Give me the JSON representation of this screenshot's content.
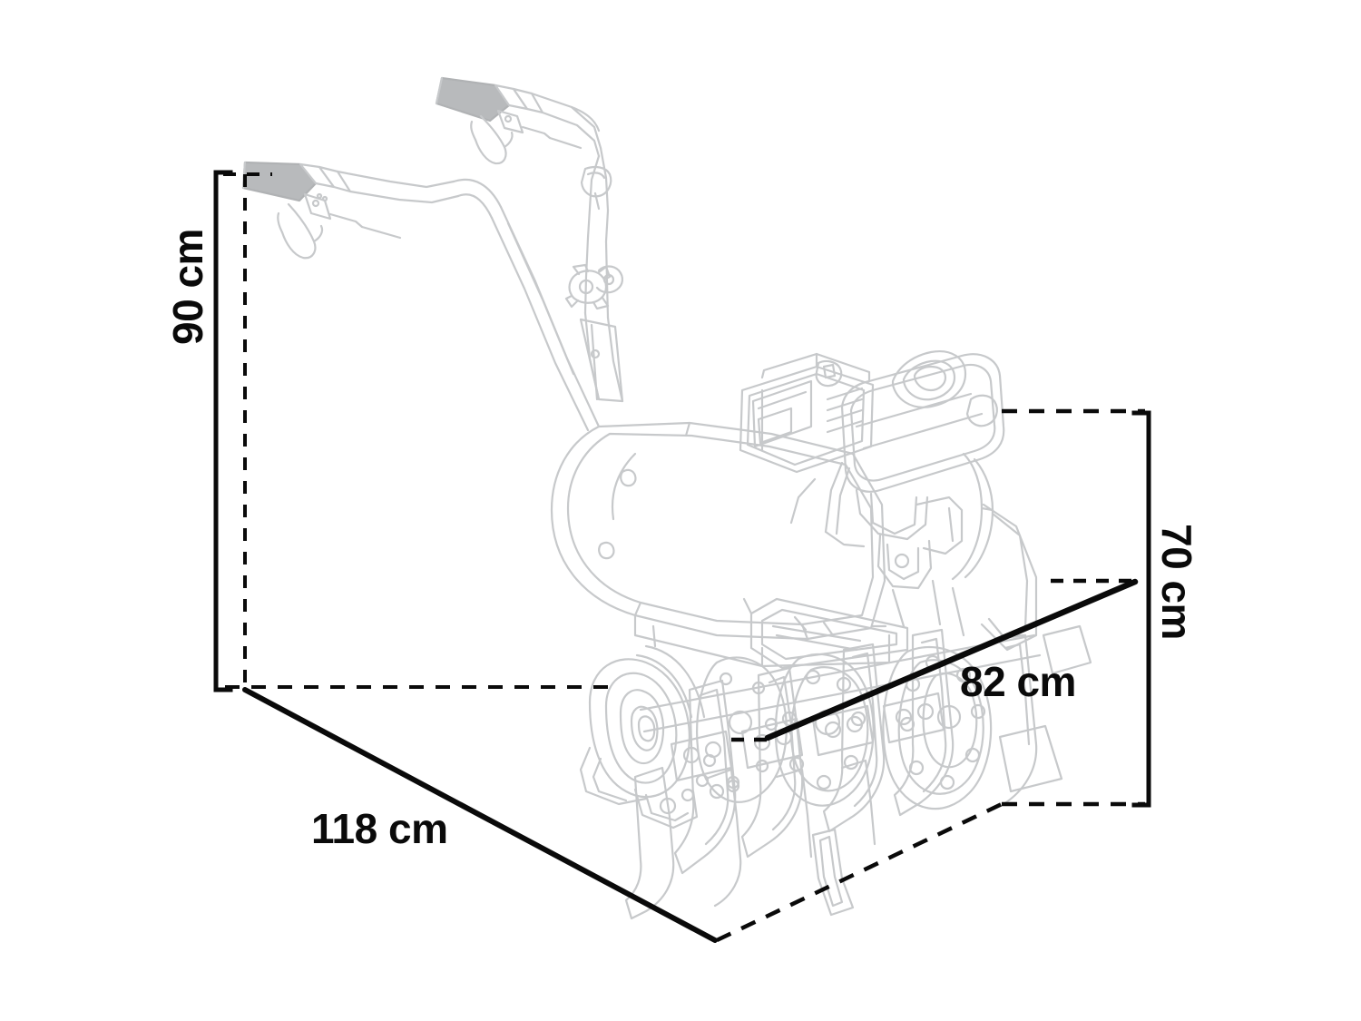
{
  "diagram": {
    "type": "product-dimension-diagram",
    "subject": "garden rotary tiller cultivator",
    "background_color": "#ffffff",
    "line_art_color": "#c7c9cb",
    "dimension_color": "#0a0a0a"
  },
  "dimensions": {
    "height": {
      "value": "90 cm",
      "orientation": "vertical-left",
      "line_style": "solid-with-end-caps"
    },
    "length": {
      "value": "118 cm",
      "orientation": "diagonal-front-left",
      "line_style": "solid"
    },
    "width": {
      "value": "82 cm",
      "orientation": "diagonal-tiller-span",
      "line_style": "solid-arrowed"
    },
    "depth": {
      "value": "70 cm",
      "orientation": "vertical-right",
      "line_style": "solid-with-end-caps"
    }
  },
  "product": {
    "parts": [
      "handlebar-left-grip",
      "handlebar-right-grip",
      "clutch-lever-left",
      "clutch-lever-right",
      "handlebar-frame",
      "adjustment-knob",
      "engine-block",
      "fuel-tank",
      "air-filter-housing",
      "transmission-housing",
      "belt-cover",
      "drive-pulley-wheel",
      "tiller-tine-assembly",
      "tine-blades",
      "depth-stake"
    ]
  }
}
